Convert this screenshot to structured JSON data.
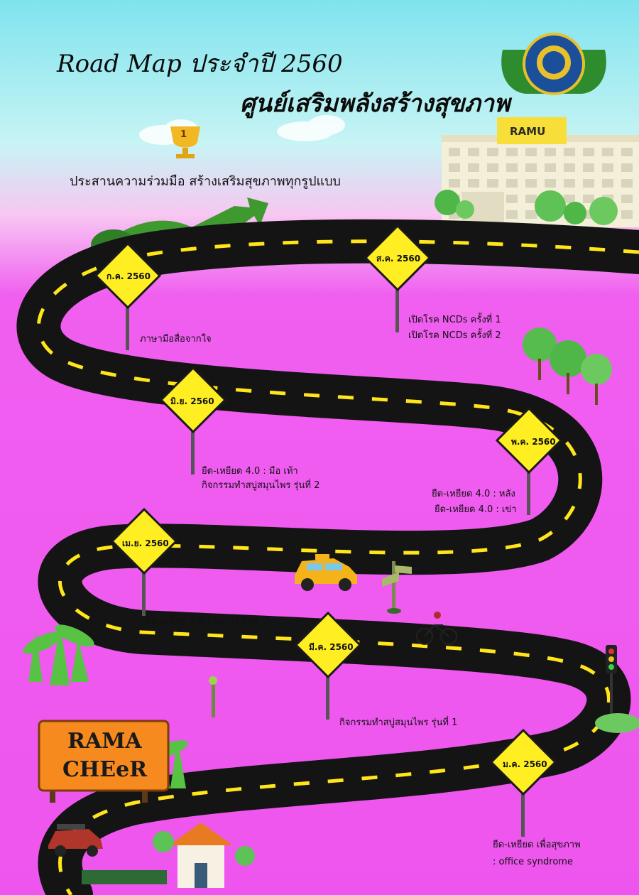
{
  "title": {
    "line1": "Road Map  ประจำปี 2560",
    "line2": "ศูนย์เสริมพลังสร้างสุขภาพ"
  },
  "subtitle": "ประสานความร่วมมือ สร้างเสริมสุขภาพทุกรูปแบบ",
  "trophy_number": "1",
  "building_label": "RAMU",
  "finish_sign": {
    "line1": "RAMA",
    "line2": "CHEeR"
  },
  "milestones": [
    {
      "month": "ส.ค. 2560",
      "activities": [
        "เปิดโรค NCDs ครั้งที่ 1",
        "เปิดโรค NCDs ครั้งที่ 2"
      ]
    },
    {
      "month": "ก.ค. 2560",
      "activities": [
        "ภาษามือสื่อจากใจ"
      ]
    },
    {
      "month": "มิ.ย. 2560",
      "activities": [
        "ยืด-เหยียด 4.0 : มือ เท้า",
        "กิจกรรมทำสบู่สมุนไพร รุ่นที่ 2"
      ]
    },
    {
      "month": "พ.ค. 2560",
      "activities": [
        "ยืด-เหยียด 4.0 : หลัง",
        "ยืด-เหยียด 4.0 : เข่า"
      ]
    },
    {
      "month": "เม.ย. 2560",
      "activities": [
        "ยืด-เหยียด 4.0 : คอ บ่า ไหล่"
      ]
    },
    {
      "month": "มี.ค. 2560",
      "activities": [
        "กิจกรรมทำสบู่สมุนไพร รุ่นที่ 1"
      ]
    },
    {
      "month": "ม.ค. 2560",
      "activities": [
        "ยืด-เหยียด เพื่อสุขภาพ",
        ": office syndrome"
      ]
    }
  ],
  "colors": {
    "sky": "#7fe3ee",
    "background": "#f05ff0",
    "road": "#141414",
    "road_dash": "#ffe51a",
    "sign": "#ffee22",
    "finish_sign": "#f68a1f"
  },
  "icons": [
    "trophy-icon",
    "hospital-logo",
    "hospital-building",
    "traffic-light-icon",
    "taxi-icon",
    "car-icon",
    "bicycle-icon",
    "house-icon",
    "tree-icon"
  ]
}
